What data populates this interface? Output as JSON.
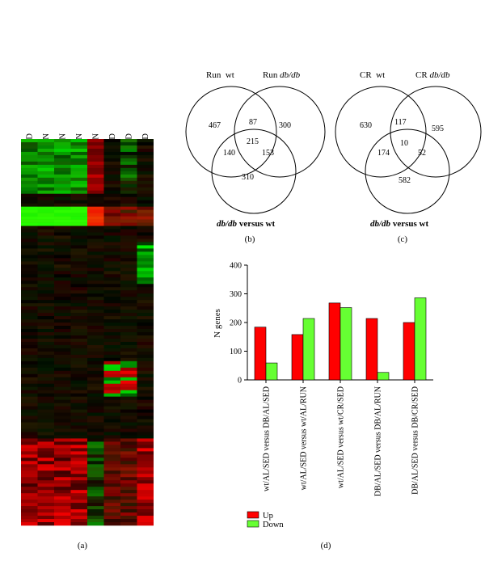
{
  "panels": {
    "a": "(a)",
    "b": "(b)",
    "c": "(c)",
    "d": "(d)"
  },
  "heatmap": {
    "columns": [
      "wt/AL/SED versus DB/AL/SED",
      "wt/CR/SED versus wt/AL/RUN",
      "wt/AL/SED versus wt/AL/RUN",
      "wt/AL/RUN versus DB/AL/RUN",
      "DB/AL/SED versus DB/AL/RUN",
      "DB/AL/SED versus DB/CR/SED",
      "wt/CR/SED versus DB/CR/SED",
      "wt/AL/SED versus wt/CR/SED"
    ],
    "colors": {
      "up": "#ff0000",
      "down": "#00ff00",
      "none": "#000000"
    }
  },
  "venn_b": {
    "label_left": "Run  wt",
    "label_right_prefix": "Run ",
    "label_right_italic": "db/db",
    "label_bottom_italic": "db/db",
    "label_bottom_suffix": " versus wt",
    "regions": {
      "left_only": "467",
      "right_only": "300",
      "bottom_only": "310",
      "left_right": "87",
      "left_bottom": "140",
      "right_bottom": "153",
      "center": "215"
    }
  },
  "venn_c": {
    "label_left": "CR  wt",
    "label_right_prefix": "CR ",
    "label_right_italic": "db/db",
    "label_bottom_italic": "db/db",
    "label_bottom_suffix": " versus wt",
    "regions": {
      "left_only": "630",
      "right_only": "595",
      "bottom_only": "582",
      "left_right": "117",
      "left_bottom": "174",
      "right_bottom": "52",
      "center": "10"
    }
  },
  "chart_data": {
    "type": "bar",
    "categories": [
      "wt/AL/SED versus DB/AL/SED",
      "wt/AL/SED versus wt/AL/RUN",
      "wt/AL/SED versus wt/CR/SED",
      "DB/AL/SED versus DB/AL/RUN",
      "DB/AL/SED versus DB/CR/SED"
    ],
    "series": [
      {
        "name": "Up",
        "color": "#ff0000",
        "values": [
          184,
          158,
          268,
          214,
          200
        ]
      },
      {
        "name": "Down",
        "color": "#66ff33",
        "values": [
          59,
          214,
          252,
          26,
          286
        ]
      }
    ],
    "xlabel": "",
    "ylabel": "N genes",
    "ylim": [
      0,
      400
    ],
    "yticks": [
      "0",
      "100",
      "200",
      "300",
      "400"
    ],
    "grid": false,
    "legend": "bottom-left"
  }
}
